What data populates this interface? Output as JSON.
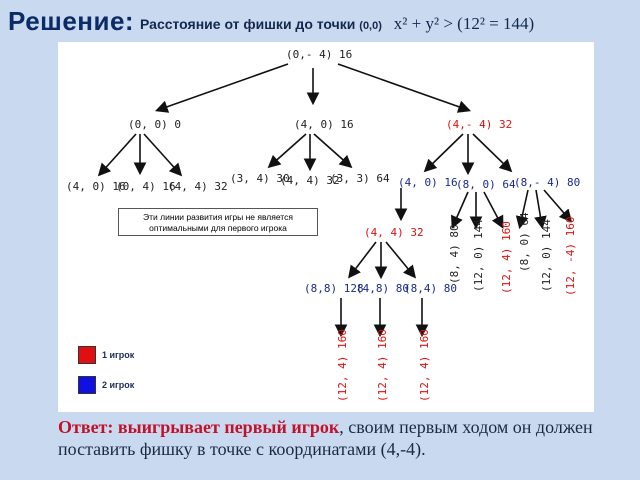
{
  "header": {
    "title": "Решение:",
    "subtitle": "Расстояние от фишки до точки",
    "subtitle_small": "(0,0)",
    "formula": "x² + y² > (12² = 144)"
  },
  "tree": {
    "root": "(0,- 4) 16",
    "level1": [
      "(0, 0) 0",
      "(4, 0) 16",
      "(4,- 4) 32"
    ],
    "level2_left": [
      "(4, 0) 16",
      "(0, 4) 16",
      "(4, 4) 32"
    ],
    "level2_mid": [
      "(3, 4) 30",
      "(4, 4) 32",
      "(3, 3) 64"
    ],
    "level2_right": [
      "(4, 0) 16",
      "(8, 0) 64",
      "(8,- 4) 80"
    ],
    "node_44": "(4, 4) 32",
    "level4": [
      "(8,8) 128",
      "(4,8) 80",
      "(8,4) 80"
    ],
    "rotated_right": [
      "(8, 4) 80",
      "(12, 0) 144",
      "(12, 4) 160",
      "(8, 0) 64",
      "(12, 0) 144",
      "(12, -4) 160"
    ],
    "rotated_bottom": [
      "(12, 4) 160",
      "(12, 4) 160",
      "(12, 4) 160"
    ]
  },
  "note": "Эти линии развития игры не является оптимальными для первого игрока",
  "legend": [
    {
      "label": "1 игрок",
      "color": "#e01010"
    },
    {
      "label": "2 игрок",
      "color": "#1010e0"
    }
  ],
  "answer": {
    "highlight": "Ответ: выигрывает первый игрок",
    "rest": ", своим первым ходом он должен поставить фишку в точке с координатами (4,-4)."
  },
  "colors": {
    "red": "#e01010",
    "blue": "#1a2a8a",
    "dark": "#222222"
  }
}
